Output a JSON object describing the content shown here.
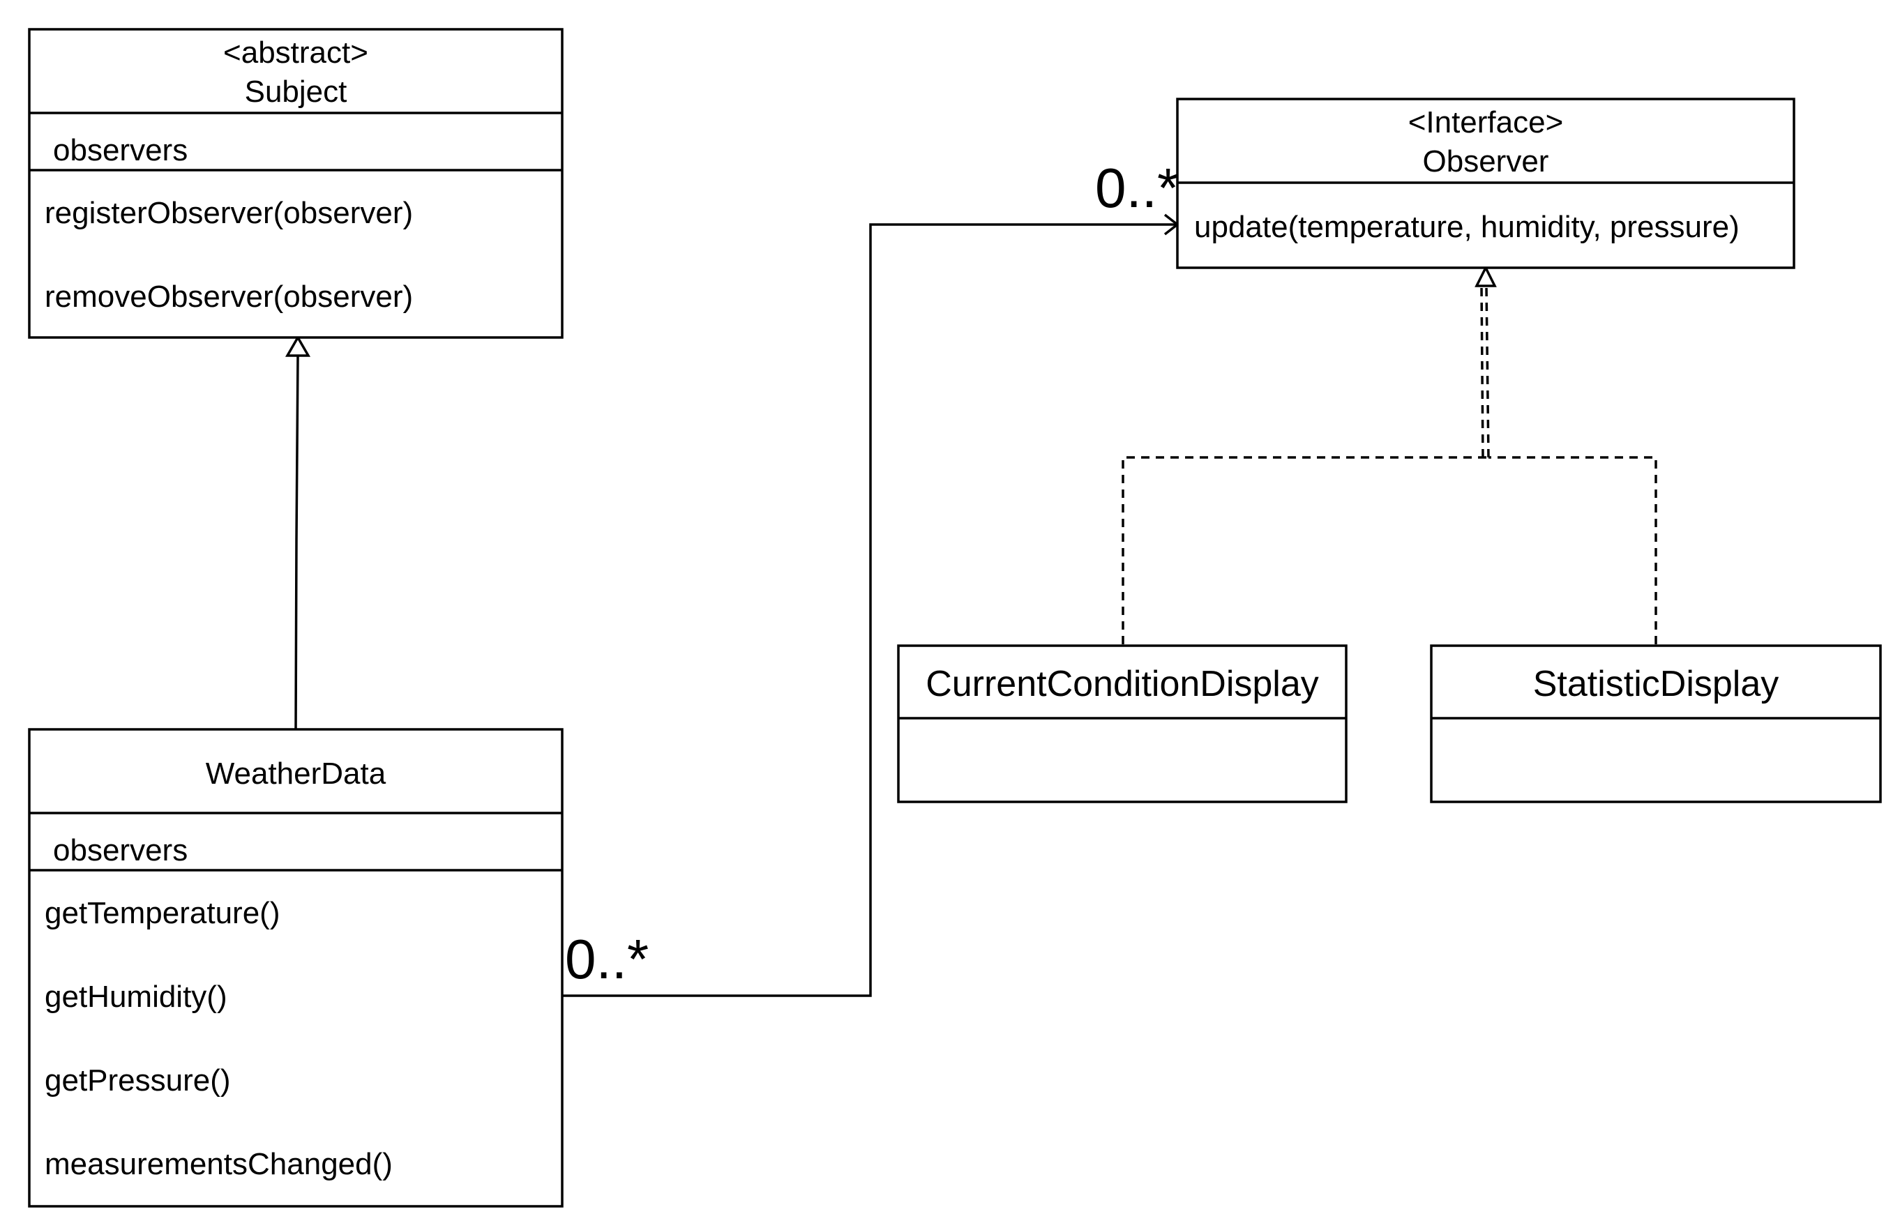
{
  "diagram": {
    "classes": {
      "subject": {
        "stereotype": "<abstract>",
        "name": "Subject",
        "attributes": [
          "observers"
        ],
        "methods": [
          "registerObserver(observer)",
          "removeObserver(observer)"
        ]
      },
      "weather_data": {
        "name": "WeatherData",
        "attributes": [
          "observers"
        ],
        "methods": [
          "getTemperature()",
          "getHumidity()",
          "getPressure()",
          "measurementsChanged()"
        ]
      },
      "observer": {
        "stereotype": "<Interface>",
        "name": "Observer",
        "methods": [
          "update(temperature, humidity, pressure)"
        ]
      },
      "current_condition_display": {
        "name": "CurrentConditionDisplay"
      },
      "statistic_display": {
        "name": "StatisticDisplay"
      }
    },
    "relations": {
      "generalization": {
        "from": "WeatherData",
        "to": "Subject"
      },
      "association": {
        "from": "WeatherData",
        "to": "Observer",
        "source_multiplicity": "0..*",
        "target_multiplicity": "0..*"
      },
      "realizations": [
        {
          "from": "CurrentConditionDisplay",
          "to": "Observer"
        },
        {
          "from": "StatisticDisplay",
          "to": "Observer"
        }
      ]
    }
  }
}
